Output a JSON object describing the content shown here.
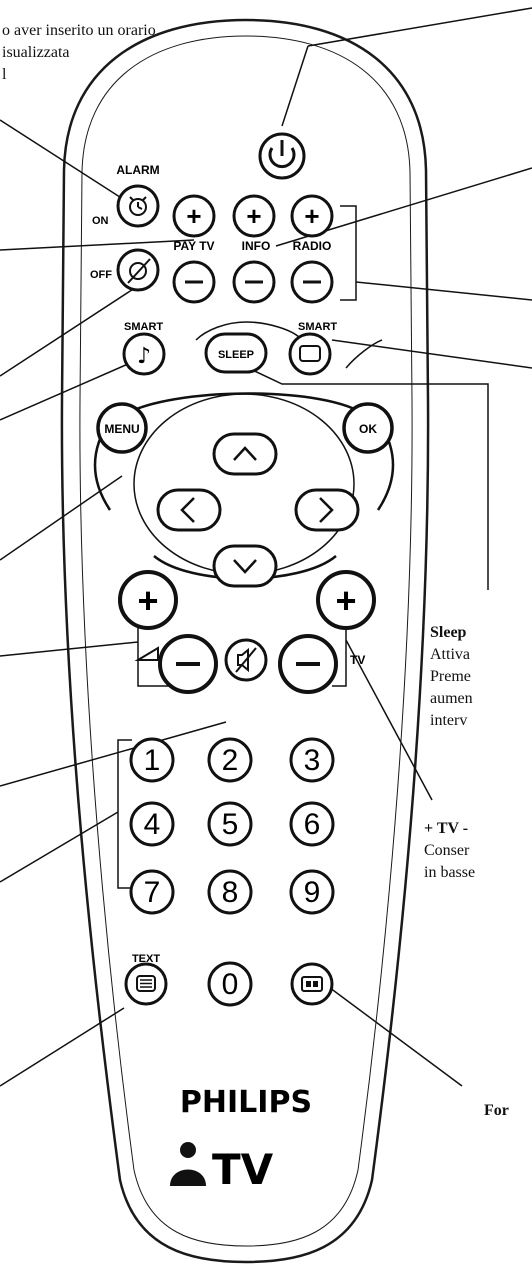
{
  "top_note": {
    "line1": "o aver inserito un orario",
    "line2": "isualizzata",
    "line3": "l"
  },
  "labels": {
    "alarm": "ALARM",
    "on": "ON",
    "off": "OFF",
    "pay_tv": "PAY TV",
    "info": "INFO",
    "radio": "RADIO",
    "smart_left": "SMART",
    "smart_right": "SMART",
    "sleep": "SLEEP",
    "menu": "MENU",
    "ok": "OK",
    "tv": "TV",
    "text": "TEXT"
  },
  "numbers": [
    "1",
    "2",
    "3",
    "4",
    "5",
    "6",
    "7",
    "8",
    "9",
    "0"
  ],
  "logo": {
    "brand": "PHILIPS",
    "tv": "TV"
  },
  "captions": {
    "sleep_title": "Sleep",
    "sleep_line1": "Attiva",
    "sleep_line2": "Preme",
    "sleep_line3": "aumen",
    "sleep_line4": "interv",
    "tv_title": "+ TV -",
    "tv_line1": "Conser",
    "tv_line2": "in basse",
    "format_title": "For"
  },
  "icons": {
    "power": "power-icon",
    "alarm_on": "alarm-clock-icon",
    "alarm_off": "alarm-clock-off-icon",
    "smart_sound": "music-note-icon",
    "smart_picture": "screen-icon",
    "up": "chevron-up-icon",
    "down": "chevron-down-icon",
    "left": "chevron-left-icon",
    "right": "chevron-right-icon",
    "mute": "mute-icon",
    "volume": "volume-wedge-icon",
    "teletext": "teletext-icon",
    "format": "format-icon"
  }
}
